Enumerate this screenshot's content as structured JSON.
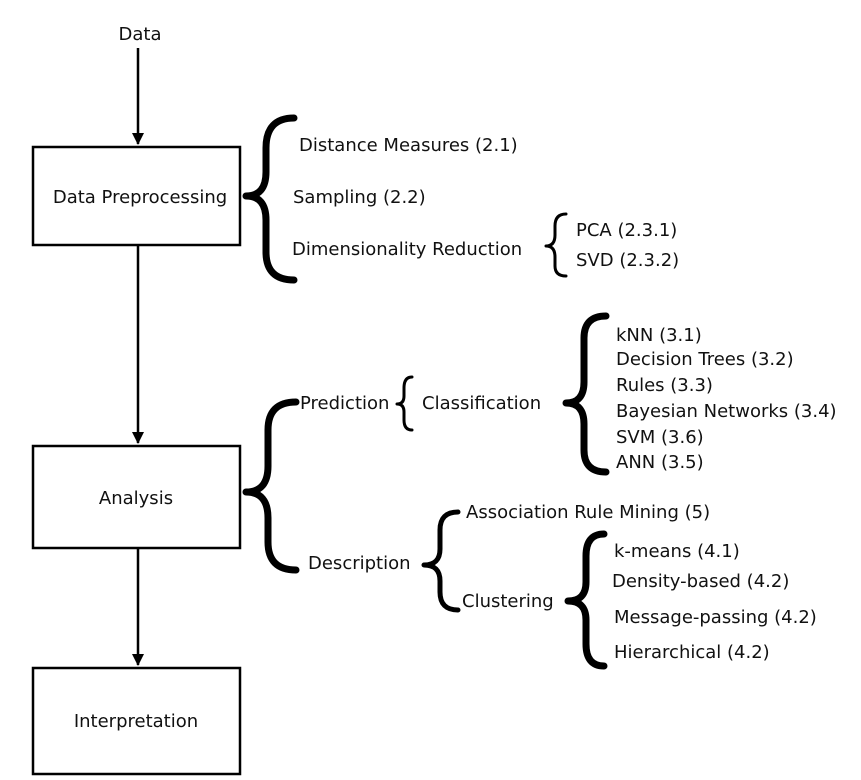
{
  "input_label": "Data",
  "boxes": {
    "preprocessing": "Data Preprocessing",
    "analysis": "Analysis",
    "interpretation": "Interpretation"
  },
  "preprocessing": {
    "distance": "Distance Measures (2.1)",
    "sampling": "Sampling (2.2)",
    "dimred": "Dimensionality Reduction",
    "dimred_items": [
      "PCA (2.3.1)",
      "SVD (2.3.2)"
    ]
  },
  "analysis": {
    "prediction": "Prediction",
    "classification": "Classification",
    "classification_items": [
      "kNN (3.1)",
      "Decision Trees (3.2)",
      "Rules (3.3)",
      "Bayesian Networks (3.4)",
      "SVM (3.6)",
      "ANN (3.5)"
    ],
    "description": "Description",
    "assoc": "Association Rule Mining (5)",
    "clustering": "Clustering",
    "clustering_items": [
      "k-means (4.1)",
      "Density-based (4.2)",
      "Message-passing (4.2)",
      "Hierarchical (4.2)"
    ]
  }
}
